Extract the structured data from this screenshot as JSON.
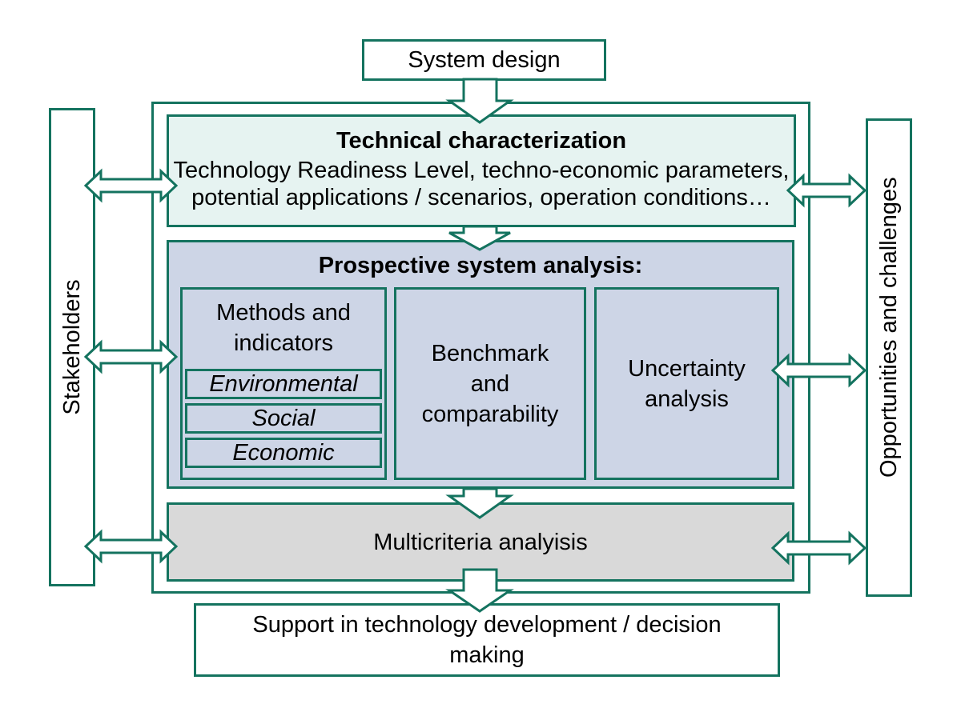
{
  "system_design": "System design",
  "stakeholders": "Stakeholders",
  "opportunities": "Opportunities and challenges",
  "technical": {
    "title": "Technical characterization",
    "line1": "Technology Readiness Level, techno-economic parameters,",
    "line2": "potential applications / scenarios, operation conditions…"
  },
  "prospective": {
    "title": "Prospective system analysis:",
    "methods": {
      "line1": "Methods and",
      "line2": "indicators",
      "items": [
        "Environmental",
        "Social",
        "Economic"
      ]
    },
    "benchmark": {
      "line1": "Benchmark",
      "line2": "and",
      "line3": "comparability"
    },
    "uncertainty": {
      "line1": "Uncertainty",
      "line2": "analysis"
    }
  },
  "multicriteria": "Multicriteria analyisis",
  "support": {
    "line1": "Support in technology development / decision",
    "line2": "making"
  },
  "colors": {
    "border": "#14735f",
    "technical_bg": "#e6f3f1",
    "prospective_bg": "#cdd5e6",
    "multicriteria_bg": "#d9d9d9"
  }
}
